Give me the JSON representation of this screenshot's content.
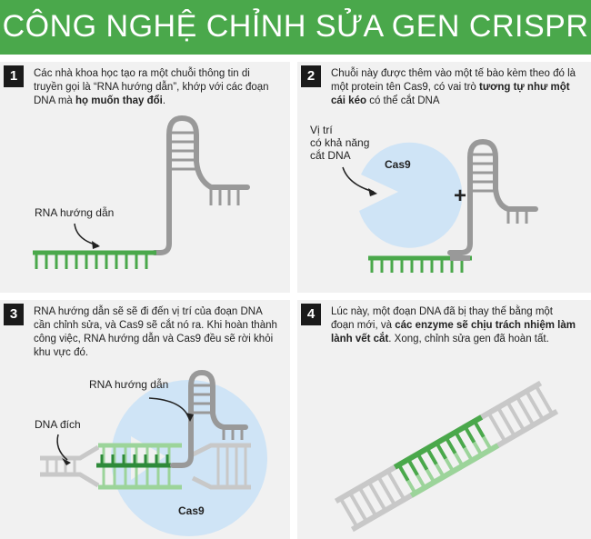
{
  "header": {
    "title": "CÔNG NGHỆ CHỈNH SỬA GEN CRISPR"
  },
  "colors": {
    "green": "#4aa84b",
    "dark_green": "#2e8a3a",
    "light_green": "#9cd49a",
    "gray": "#999999",
    "light_gray": "#c8c8c8",
    "cas9_blue": "#cfe4f6",
    "panel_bg": "#f1f1f1"
  },
  "panels": [
    {
      "number": "1",
      "text_parts": [
        "Các nhà khoa học tạo ra một chuỗi thông tin di truyền gọi là “RNA hướng dẫn”, khớp với các đoạn DNA mà ",
        "họ muốn thay đổi",
        "."
      ],
      "labels": {
        "rna": "RNA hướng dẫn"
      }
    },
    {
      "number": "2",
      "text_parts": [
        "Chuỗi này được thêm vào một tế bào kèm theo đó là một protein tên Cas9, có vai trò ",
        "tương tự như một cái kéo",
        " có thể cắt DNA"
      ],
      "labels": {
        "site_line1": "Vị trí",
        "site_line2": "có khả năng",
        "site_line3": "cắt DNA",
        "cas9": "Cas9",
        "plus": "+"
      }
    },
    {
      "number": "3",
      "text_parts": [
        "RNA hướng dẫn sẽ sẽ đi đến vị trí của đoạn DNA cần chỉnh sửa, và Cas9 sẽ cắt nó ra. Khi hoàn thành công việc, RNA hướng dẫn và Cas9 đều sẽ rời khỏi khu vực đó.",
        "",
        ""
      ],
      "labels": {
        "rna": "RNA hướng dẫn",
        "target": "DNA đích",
        "cas9": "Cas9"
      }
    },
    {
      "number": "4",
      "text_parts": [
        "Lúc này, một đoạn DNA đã bị thay thế bằng một đoạn mới, và ",
        "các enzyme sẽ chịu trách nhiệm làm lành vết cắt",
        ". Xong, chỉnh sửa gen đã hoàn tất."
      ]
    }
  ]
}
